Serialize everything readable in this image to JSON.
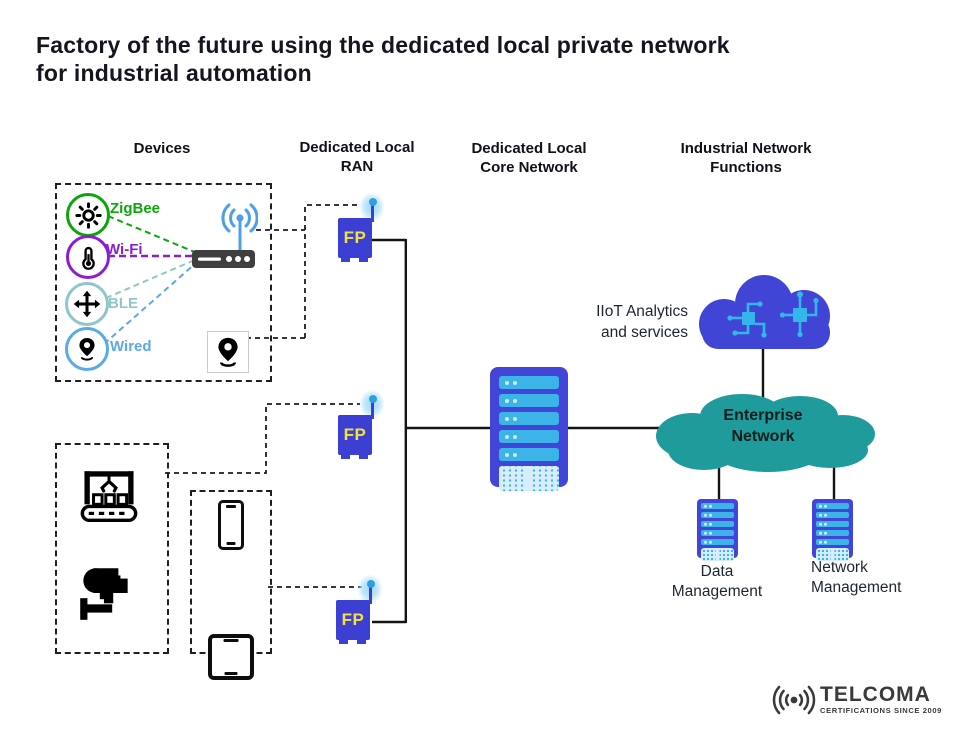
{
  "title": {
    "text": "Factory of the future using the dedicated local private network\nfor industrial automation"
  },
  "columns": {
    "devices": "Devices",
    "ran": "Dedicated Local\nRAN",
    "core": "Dedicated Local\nCore Network",
    "functions": "Industrial Network\nFunctions"
  },
  "devices": {
    "items": [
      {
        "label": "ZigBee",
        "color": "#0ca50c",
        "icon": "sun-icon"
      },
      {
        "label": "Wi-Fi",
        "color": "#8b1fd0",
        "icon": "thermometer-icon"
      },
      {
        "label": "BLE",
        "color": "#8fc6c6",
        "icon": "move-arrows-icon"
      },
      {
        "label": "Wired",
        "color": "#5aa9e8",
        "icon": "location-pin-icon"
      }
    ],
    "other_icons": [
      "wifi-router-icon",
      "location-pin-icon"
    ]
  },
  "ran": {
    "fp_label": "FP",
    "unit_count": 3
  },
  "machines_icons": [
    "claw-conveyor-icon",
    "cctv-camera-icon"
  ],
  "gadgets_icons": [
    "smartphone-icon",
    "tablet-icon"
  ],
  "analytics": {
    "label": "IIoT Analytics\nand services"
  },
  "enterprise": {
    "label": "Enterprise\nNetwork"
  },
  "management": {
    "data": "Data\nManagement",
    "network": "Network\nManagement"
  },
  "logo": {
    "brand": "TELCOMA",
    "tagline": "CERTIFICATIONS SINCE 2009",
    "icon": "radio-waves-icon"
  },
  "colors": {
    "indigo": "#3b40d2",
    "server_blue": "#4146d8",
    "bar_blue": "#3cb4e8",
    "panel_blue": "#d8edfb",
    "teal_cloud": "#1f9b9b",
    "antenna_blue": "#4d9fe8",
    "fp_text_yellow": "#f2e23a",
    "zigbee_green": "#0ca50c",
    "wifi_purple": "#8b1fd0",
    "ble_teal": "#8fc6c6",
    "wired_blue": "#5aa9e8",
    "line_black": "#141414"
  }
}
